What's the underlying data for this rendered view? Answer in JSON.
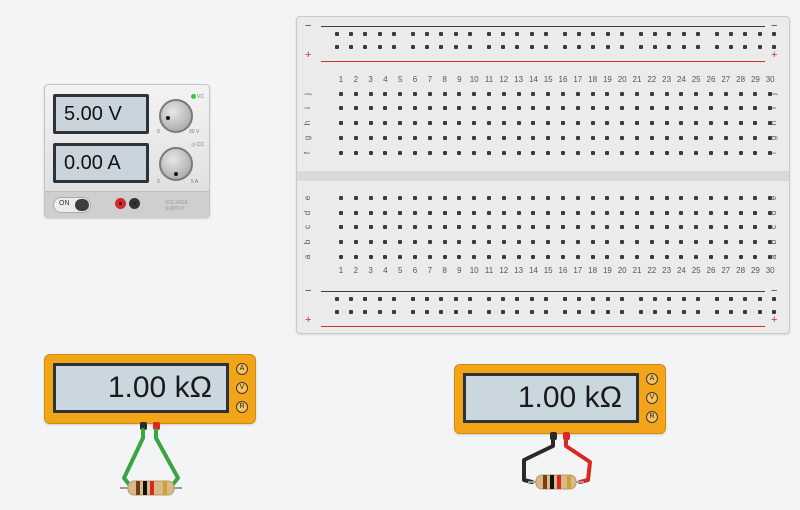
{
  "power_supply": {
    "voltage_display": "5.00 V",
    "current_display": "0.00 A",
    "voltage_knob_min": "0",
    "voltage_knob_max": "30 V",
    "current_knob_min": "0",
    "current_knob_max": "5 A",
    "vc_label": "VC",
    "cc_label": "CC",
    "on_label": "ON",
    "brand_label": "VOLTAGE SUPPLY"
  },
  "breadboard": {
    "columns": [
      "1",
      "2",
      "3",
      "4",
      "5",
      "6",
      "7",
      "8",
      "9",
      "10",
      "11",
      "12",
      "13",
      "14",
      "15",
      "16",
      "17",
      "18",
      "19",
      "20",
      "21",
      "22",
      "23",
      "24",
      "25",
      "26",
      "27",
      "28",
      "29",
      "30"
    ],
    "top_rows": [
      "j",
      "i",
      "h",
      "g",
      "f"
    ],
    "bottom_rows": [
      "e",
      "d",
      "c",
      "b",
      "a"
    ],
    "minus_sign": "−",
    "plus_sign": "+"
  },
  "multimeters": [
    {
      "reading": "1.00 kΩ",
      "modes": [
        "A",
        "V",
        "R"
      ]
    },
    {
      "reading": "1.00 kΩ",
      "modes": [
        "A",
        "V",
        "R"
      ]
    }
  ],
  "colors": {
    "rail_negative": "#3d3d3d",
    "rail_positive": "#c8312a",
    "meter_body": "#f3a51a",
    "wire_green": "#3aa642",
    "wire_red": "#d9291e",
    "wire_black": "#2a2a2a",
    "led_vc": "#2ecc40"
  },
  "icons": [
    "voltage-knob-icon",
    "current-knob-icon",
    "power-toggle-icon",
    "positive-terminal-icon",
    "negative-terminal-icon",
    "resistor-icon"
  ]
}
